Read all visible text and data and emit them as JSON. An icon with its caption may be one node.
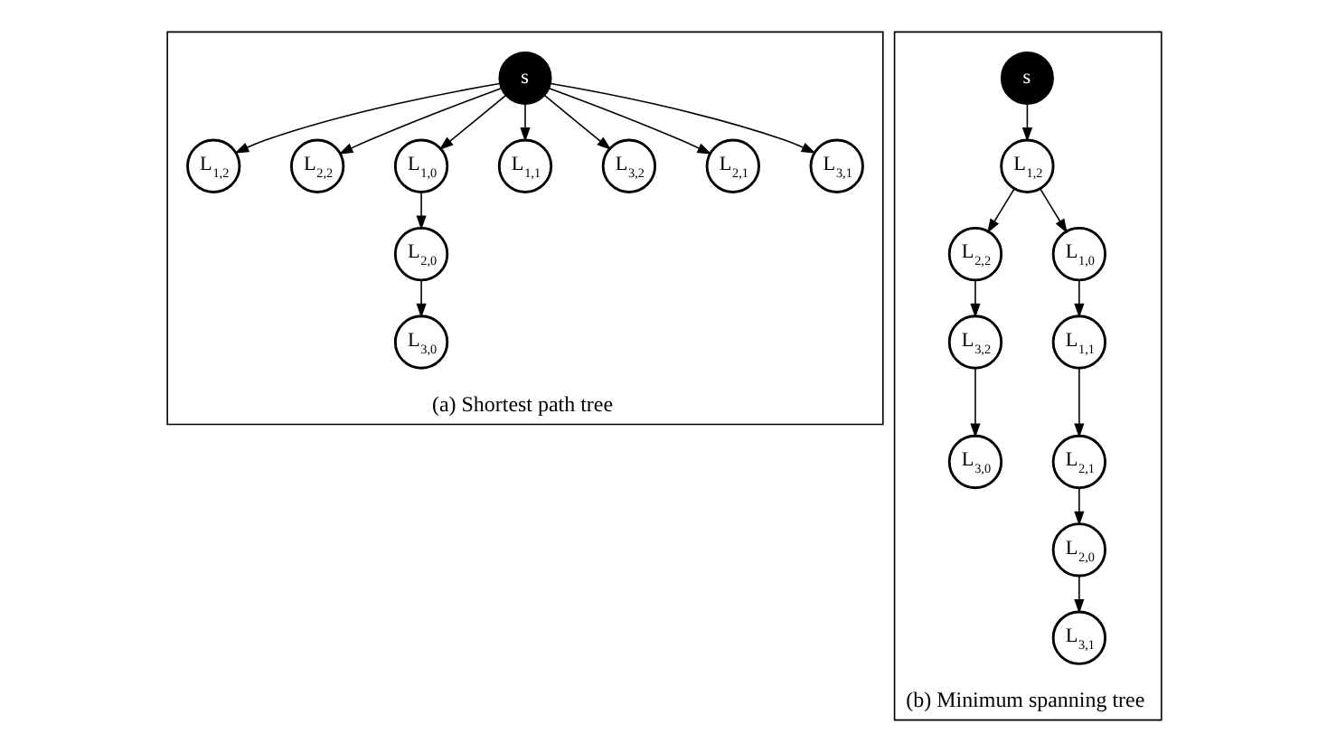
{
  "diagram": {
    "nodes": [
      {
        "text": [
          "(a) Shortest path tree"
        ]
      },
      {
        "text": [
          "s"
        ],
        "in": 0
      },
      {
        "text": [
          "L$_{1,2}$"
        ],
        "in": 0
      },
      {
        "text": [
          "L$_{2,2}$"
        ],
        "in": 0
      },
      {
        "text": [
          "L$_{1,0}$"
        ],
        "in": 0
      },
      {
        "text": [
          "L$_{1,1}$"
        ],
        "in": 0
      },
      {
        "text": [
          "L$_{3,2}$"
        ],
        "in": 0
      },
      {
        "text": [
          "L$_{2,0}$"
        ],
        "in": 0
      },
      {
        "text": [
          "L$_{2,1}$"
        ],
        "in": 0
      },
      {
        "text": [
          "L$_{3,0}$"
        ],
        "in": 0
      },
      {
        "text": [
          "L$_{3,1}$"
        ],
        "in": 0
      },
      {
        "text": [
          "(b) Minimum spanning tree"
        ]
      },
      {
        "text": [
          "s"
        ],
        "in": 11
      },
      {
        "text": [
          "L$_{1,2}$"
        ],
        "in": 11
      },
      {
        "text": [
          "L$_{2,2}$"
        ],
        "in": 11
      },
      {
        "text": [
          "L$_{1,0}$"
        ],
        "in": 11
      },
      {
        "text": [
          "L$_{1,1}$"
        ],
        "in": 11
      },
      {
        "text": [
          "L$_{3,2}$"
        ],
        "in": 11
      },
      {
        "text": [
          "L$_{2,0}$"
        ],
        "in": 11
      },
      {
        "text": [
          "L$_{2,1}$"
        ],
        "in": 11
      },
      {
        "text": [
          "L$_{3,0}$"
        ],
        "in": 11
      },
      {
        "text": [
          "L$_{3,1}$"
        ],
        "in": 11
      }
    ],
    "edges": [
      {
        "from": 1,
        "to": 2,
        "arrow": "to"
      },
      {
        "from": 1,
        "to": 3,
        "arrow": "to"
      },
      {
        "from": 1,
        "to": 6,
        "arrow": "to"
      },
      {
        "from": 1,
        "to": 4,
        "arrow": "to"
      },
      {
        "from": 1,
        "to": 5,
        "arrow": "to"
      },
      {
        "from": 1,
        "to": 8,
        "arrow": "to"
      },
      {
        "from": 1,
        "to": 10,
        "arrow": "to"
      },
      {
        "from": 4,
        "to": 7,
        "arrow": "to"
      },
      {
        "from": 7,
        "to": 9,
        "arrow": "to"
      },
      {
        "from": 12,
        "to": 13,
        "arrow": "to"
      },
      {
        "from": 13,
        "to": 14,
        "arrow": "to"
      },
      {
        "from": 14,
        "to": 17,
        "arrow": "to"
      },
      {
        "from": 13,
        "to": 15,
        "arrow": "to"
      },
      {
        "from": 15,
        "to": 16,
        "arrow": "to"
      },
      {
        "from": 16,
        "to": 19,
        "arrow": "to"
      },
      {
        "from": 19,
        "to": 18,
        "arrow": "to"
      },
      {
        "from": 18,
        "to": 21,
        "arrow": "to"
      },
      {
        "from": 17,
        "to": 20,
        "arrow": "to"
      }
    ]
  }
}
